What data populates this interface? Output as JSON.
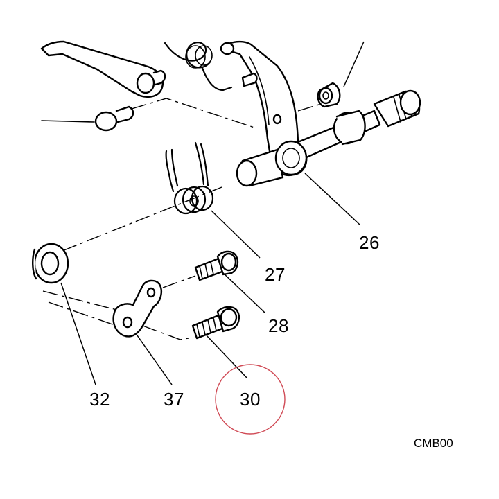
{
  "diagram": {
    "callouts": [
      {
        "id": "26",
        "text": "26"
      },
      {
        "id": "27",
        "text": "27"
      },
      {
        "id": "28",
        "text": "28"
      },
      {
        "id": "30",
        "text": "30"
      },
      {
        "id": "32",
        "text": "32"
      },
      {
        "id": "37",
        "text": "37"
      }
    ],
    "drawing_code": "CMB00",
    "highlight": {
      "callout": "30",
      "color": "#d04a55"
    }
  }
}
